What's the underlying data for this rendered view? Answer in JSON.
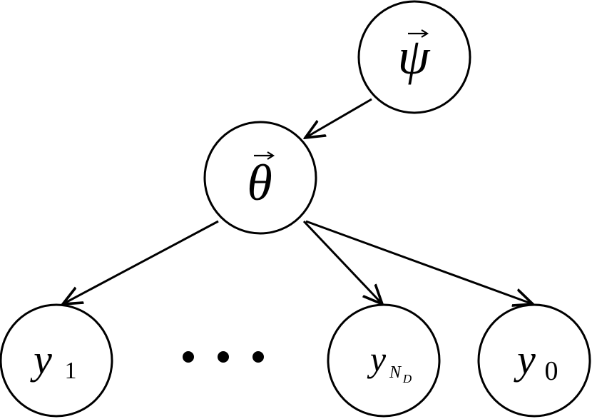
{
  "diagram": {
    "nodes": [
      {
        "id": "psi",
        "symbol": "ψ",
        "vector": true
      },
      {
        "id": "theta",
        "symbol": "θ",
        "vector": true
      },
      {
        "id": "y1",
        "symbol": "y",
        "subscript": "1"
      },
      {
        "id": "yND",
        "symbol": "y",
        "subscript": "N",
        "subsubscript": "D"
      },
      {
        "id": "y0",
        "symbol": "y",
        "subscript": "0"
      }
    ],
    "edges": [
      {
        "from": "psi",
        "to": "theta"
      },
      {
        "from": "theta",
        "to": "y1"
      },
      {
        "from": "theta",
        "to": "yND"
      },
      {
        "from": "theta",
        "to": "y0"
      }
    ],
    "ellipsis": "• • •"
  }
}
